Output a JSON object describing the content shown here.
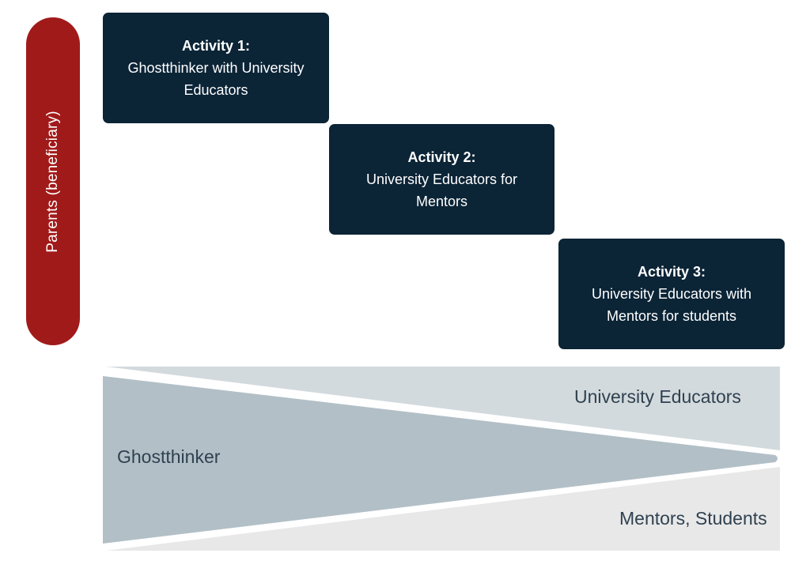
{
  "side_pill": {
    "label": "Parents (beneficiary)",
    "color": "#a11a1a"
  },
  "activities": [
    {
      "title": "Activity 1:",
      "description": "Ghostthinker with University Educators"
    },
    {
      "title": "Activity 2:",
      "description": "University Educators for Mentors"
    },
    {
      "title": "Activity 3:",
      "description": "University Educators with Mentors for students"
    }
  ],
  "wedge": {
    "top_band_label": "University Educators",
    "middle_wedge_label": "Ghostthinker",
    "bottom_band_label": "Mentors, Students"
  },
  "colors": {
    "activity_box": "#0b2436",
    "top_band": "#d3dadd",
    "middle_wedge": "#b2bfc7",
    "bottom_band": "#e8e8e8",
    "label_text": "#2f4150"
  }
}
